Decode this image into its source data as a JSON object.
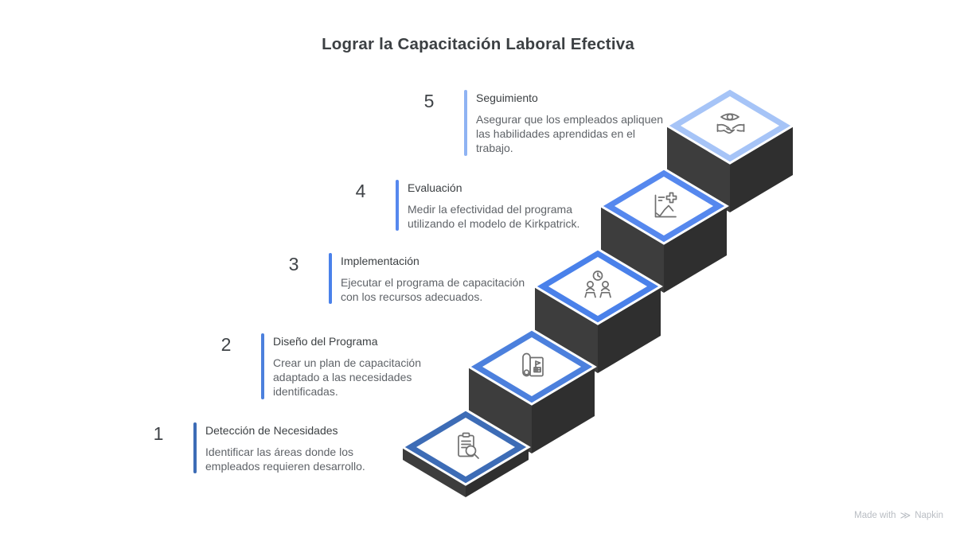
{
  "title": "Lograr la Capacitación Laboral Efectiva",
  "steps": [
    {
      "number": "1",
      "title": "Detección de Necesidades",
      "description": "Identificar las áreas donde los empleados requieren desarrollo.",
      "bar": "#3d6cb6",
      "border": "#3d6cb6",
      "icon": "clipboard-search-icon"
    },
    {
      "number": "2",
      "title": "Diseño del Programa",
      "description": "Crear un plan de capacitación adaptado a las necesidades identificadas.",
      "bar": "#4c80dd",
      "border": "#4c80dd",
      "icon": "blueprint-icon"
    },
    {
      "number": "3",
      "title": "Implementación",
      "description": "Ejecutar el programa de capacitación con los recursos adecuados.",
      "bar": "#4a81ea",
      "border": "#4a81ea",
      "icon": "training-session-icon"
    },
    {
      "number": "4",
      "title": "Evaluación",
      "description": "Medir la efectividad del programa utilizando el modelo de Kirkpatrick.",
      "bar": "#5688ee",
      "border": "#5688ee",
      "icon": "evaluation-chart-icon"
    },
    {
      "number": "5",
      "title": "Seguimiento",
      "description": "Asegurar que los empleados apliquen las habilidades aprendidas en el trabajo.",
      "bar": "#8fb3f3",
      "border": "#a6c4f7",
      "icon": "eye-handshake-icon"
    }
  ],
  "colors": {
    "background": "#ffffff",
    "heading_text": "#3c4043",
    "step_number_text": "#3f4347",
    "step_title_text": "#3c4043",
    "step_desc_text": "#5f6368",
    "stair_side_left": "#3d3d3d",
    "stair_side_right": "#2f2f2f",
    "stair_top_fill": "#ffffff",
    "icon_stroke": "#707070",
    "watermark_text": "#b9bdc3"
  },
  "watermark": {
    "prefix": "Made with",
    "logo_glyph": "≫",
    "brand": "Napkin"
  }
}
